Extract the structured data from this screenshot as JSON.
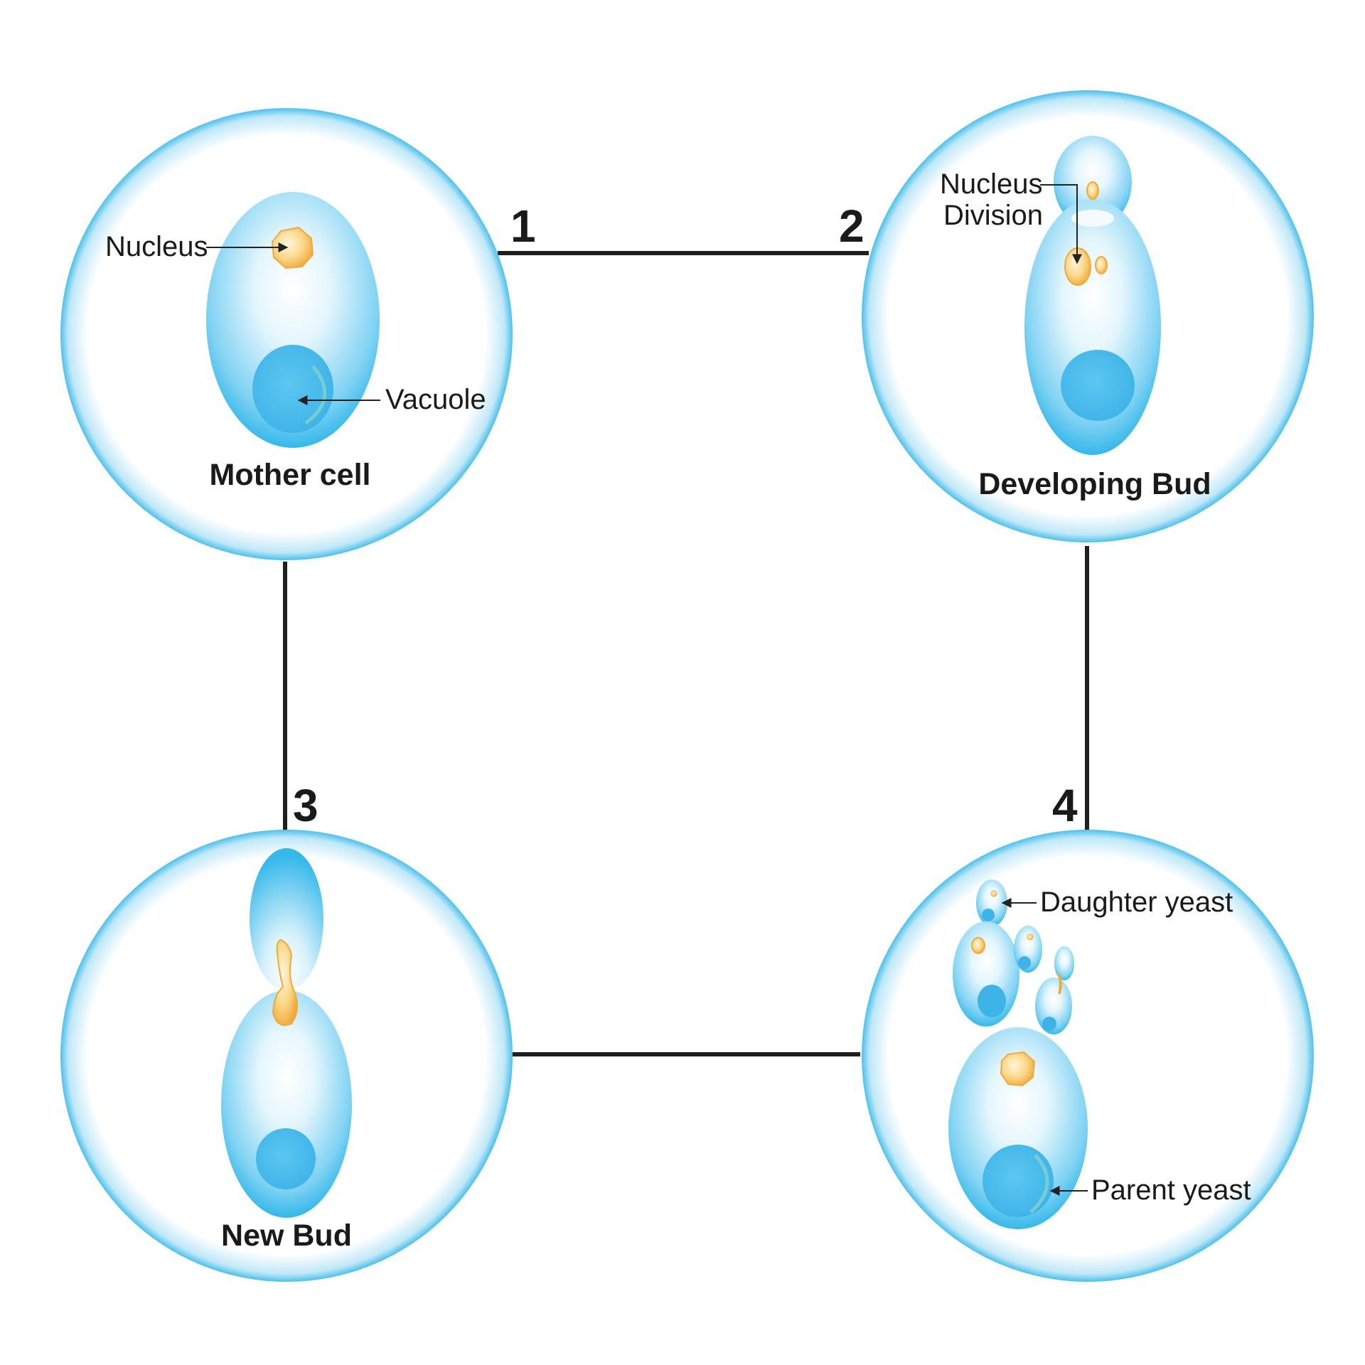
{
  "steps": [
    {
      "number": "1",
      "title": "Mother cell",
      "labels": {
        "nucleus": "Nucleus",
        "vacuole": "Vacuole"
      }
    },
    {
      "number": "2",
      "title": "Developing Bud",
      "labels": {
        "nucleus_division_line1": "Nucleus",
        "nucleus_division_line2": "Division"
      }
    },
    {
      "number": "3",
      "title": "New Bud"
    },
    {
      "number": "4",
      "labels": {
        "daughter": "Daughter yeast",
        "parent": "Parent yeast"
      }
    }
  ],
  "colors": {
    "ring": "#4cc0ec",
    "cell": "#35b8ea",
    "vacuole": "#4dbdee",
    "nucleus": "#f5b14a",
    "connector": "#1f1f1f"
  }
}
